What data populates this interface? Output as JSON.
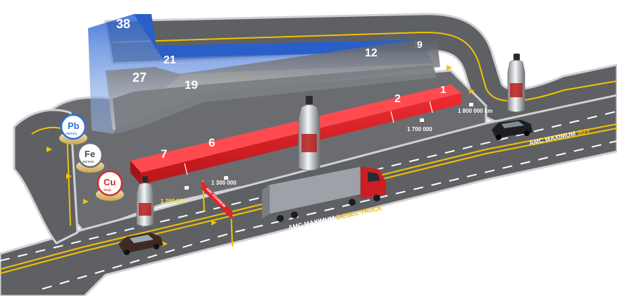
{
  "scene": {
    "colors": {
      "road": "#5e6064",
      "curb": "#cfd1d4",
      "lane_yellow": "#f2c200",
      "lane_white": "#ffffff",
      "blue": "#2f6fd6",
      "gray": "#8e9196",
      "red": "#e0242a",
      "cu": "#d72a2a"
    },
    "blue_bar": {
      "values": [
        "38",
        "21",
        "9"
      ]
    },
    "gray_bar": {
      "values": [
        "27",
        "19",
        "12",
        "9"
      ]
    },
    "red_bar": {
      "values": [
        "7",
        "6",
        "2",
        "1"
      ]
    },
    "elements": [
      {
        "symbol": "Pb",
        "name": "свинец",
        "color": "#2f6fd6"
      },
      {
        "symbol": "Fe",
        "name": "железо",
        "color": "#6b6e73"
      },
      {
        "symbol": "Cu",
        "name": "медь",
        "color": "#d72a2a"
      }
    ],
    "distances": {
      "d1": "1 260 000",
      "d2": "1 300 000",
      "d3": "1 700 000",
      "d4": "1 800 000  km"
    },
    "road_labels": {
      "suv_prefix": "AMC MAXIMUM ",
      "suv_suffix": "SUV",
      "truck_prefix": "AMC MAXIMUM ",
      "truck_suffix": "DIESEL TRUCK",
      "base": "AMC MAXIMUM"
    },
    "signpost_text": "AMC MAXIMUM"
  }
}
